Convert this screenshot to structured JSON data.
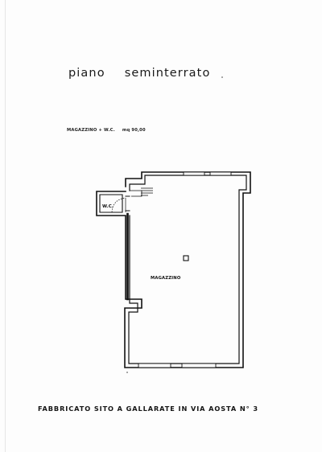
{
  "heading": {
    "word1": "piano",
    "word2": "seminterrato"
  },
  "legend": {
    "description": "MAGAZZINO + W.C.",
    "area": "mq  90,00"
  },
  "rooms": {
    "wc": "W.C.",
    "storage": "MAGAZZINO"
  },
  "footer": {
    "caption": "FABBRICATO SITO A GALLARATE IN VIA AOSTA N° 3"
  }
}
